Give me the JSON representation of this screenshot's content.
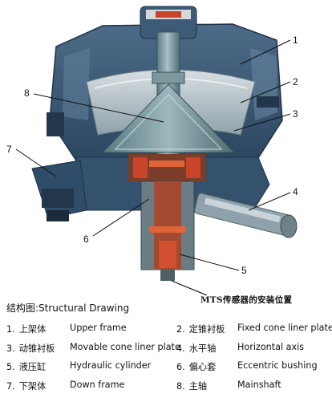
{
  "callouts": [
    "1",
    "2",
    "3",
    "4",
    "5",
    "6",
    "7",
    "8"
  ],
  "mts_label": "MTS传感器的安装位置",
  "title": "结构图:Structural Drawing",
  "legend": [
    [
      {
        "num": "1.",
        "zh": "上架体",
        "en": "Upper frame"
      },
      {
        "num": "2.",
        "zh": "定锥衬板",
        "en": "Fixed cone liner plate"
      }
    ],
    [
      {
        "num": "3.",
        "zh": "动锥衬板",
        "en": "Movable cone liner plate"
      },
      {
        "num": "4.",
        "zh": "水平轴",
        "en": "Horizontal axis"
      }
    ],
    [
      {
        "num": "5.",
        "zh": "液压缸",
        "en": "Hydraulic cylinder"
      },
      {
        "num": "6.",
        "zh": "偏心套",
        "en": "Eccentric bushing"
      }
    ],
    [
      {
        "num": "7.",
        "zh": "下架体",
        "en": "Down frame"
      },
      {
        "num": "8.",
        "zh": "主轴",
        "en": "Mainshaft"
      }
    ]
  ],
  "colors": {
    "frame_blue": "#3a5874",
    "frame_dark": "#24384d",
    "steel_light": "#c9d3d8",
    "steel_mid": "#8fa2ab",
    "shaft_teal": "#6f8f96",
    "cut_red": "#c8442a",
    "accent_orange": "#e0643a"
  }
}
